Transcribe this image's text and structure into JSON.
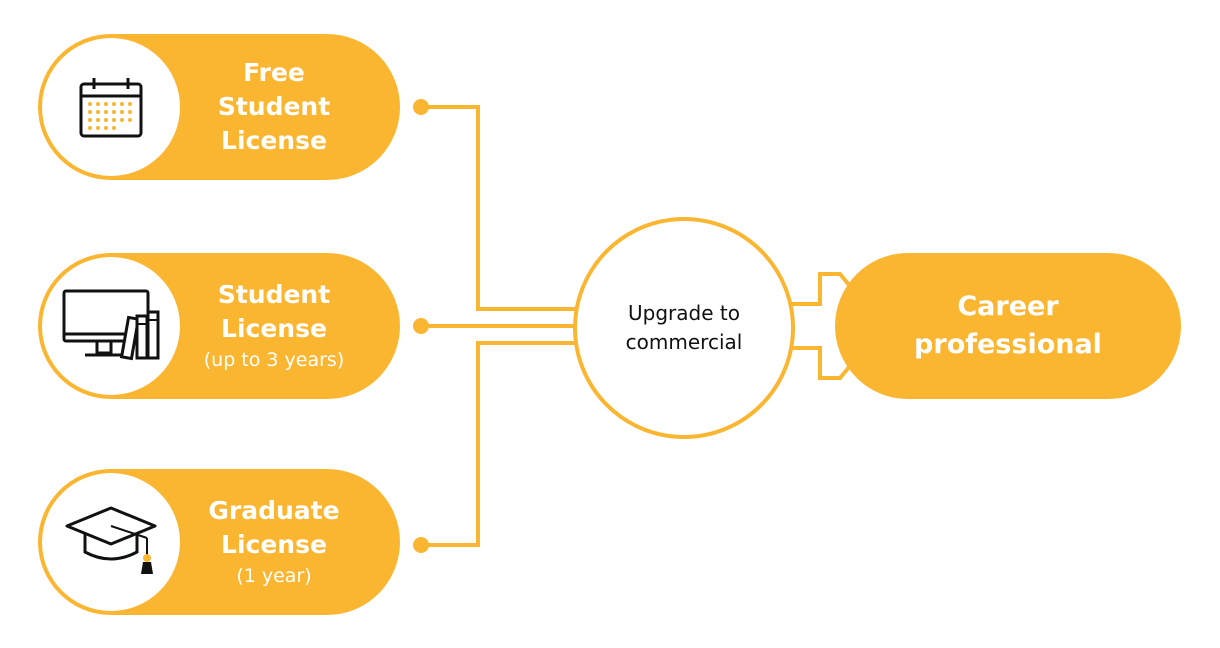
{
  "colors": {
    "accent": "#FBB631",
    "text_dark": "#111111",
    "text_light": "#ffffff"
  },
  "licenses": [
    {
      "title_lines": [
        "Free Student",
        "License"
      ],
      "subtitle": "",
      "icon": "calendar-icon"
    },
    {
      "title_lines": [
        "Student",
        "License"
      ],
      "subtitle": "(up to 3 years)",
      "icon": "computer-books-icon"
    },
    {
      "title_lines": [
        "Graduate",
        "License"
      ],
      "subtitle": "(1 year)",
      "icon": "graduation-cap-icon"
    }
  ],
  "hub": {
    "lines": [
      "Upgrade to",
      "commercial"
    ]
  },
  "destination": {
    "lines": [
      "Career",
      "professional"
    ]
  }
}
